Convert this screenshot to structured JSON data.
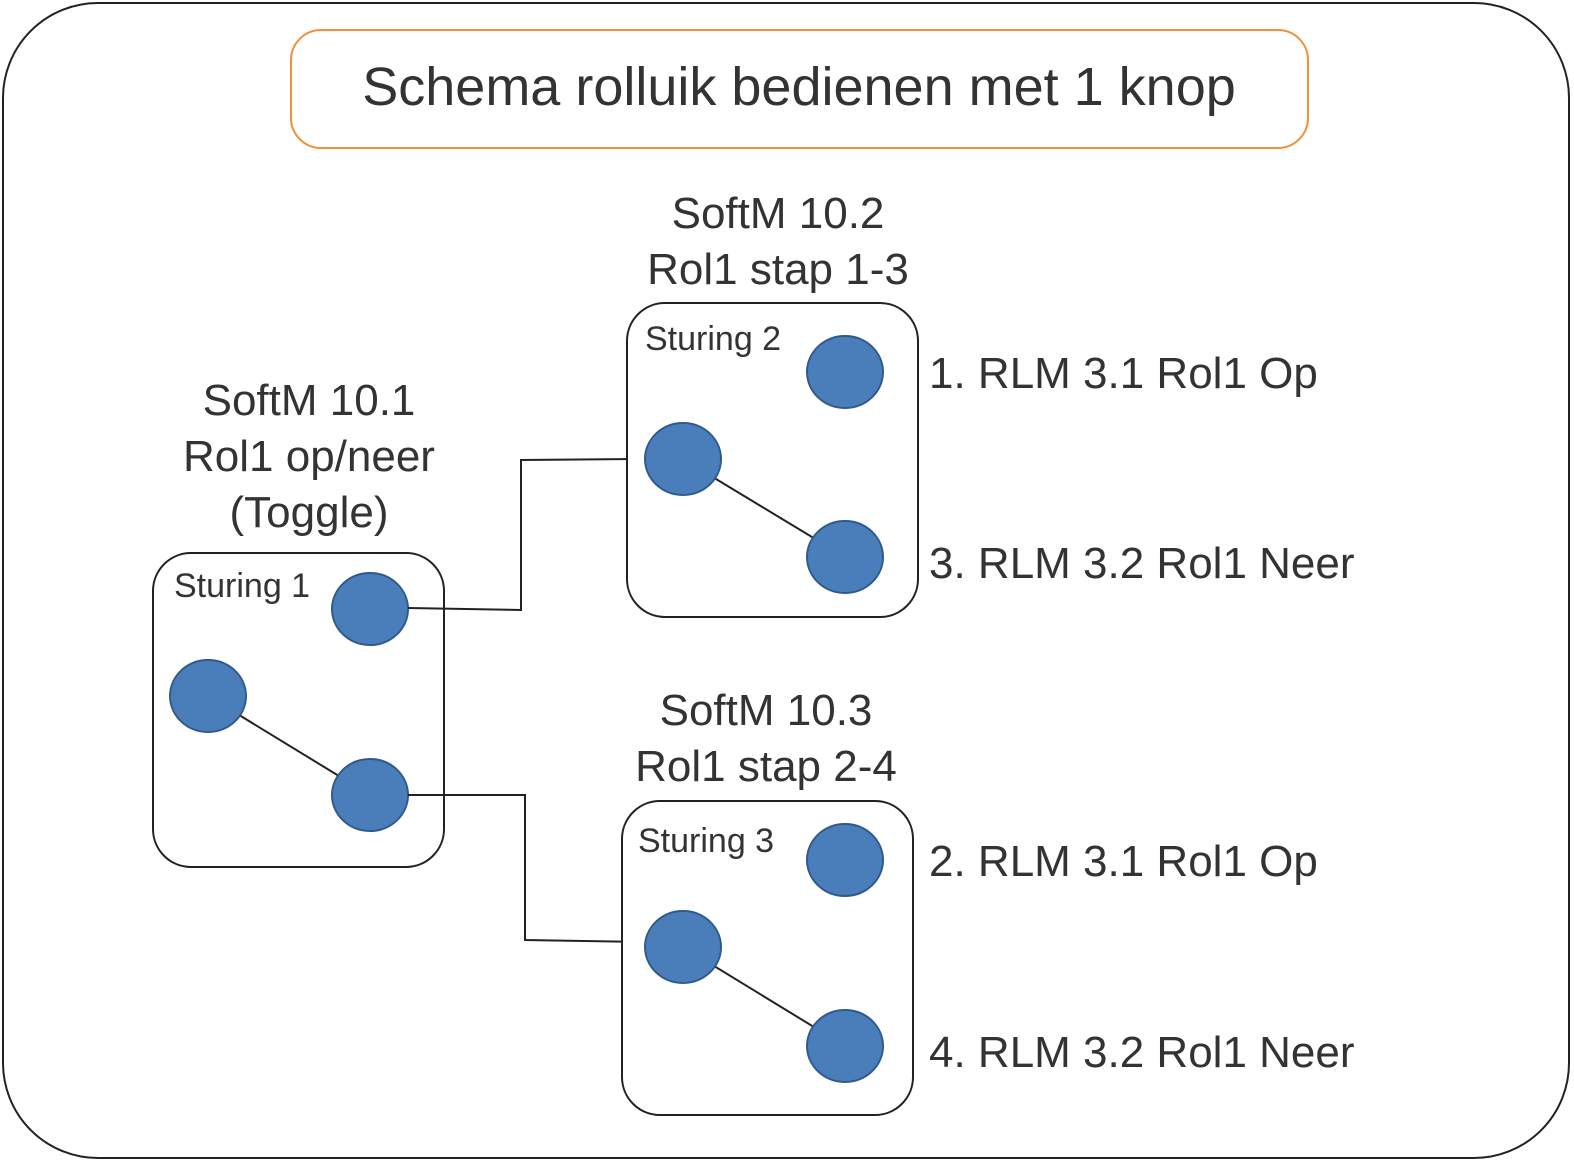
{
  "title": "Schema rolluik bedienen met 1 knop",
  "colors": {
    "node_fill": "#4a7ebb",
    "node_stroke": "#2f5a8c",
    "title_border": "#f0903a",
    "line": "#222222",
    "text": "#333333"
  },
  "blocks": {
    "softm_10_1": {
      "lines": [
        "SoftM 10.1",
        "Rol1 op/neer",
        "(Toggle)"
      ],
      "box_label": "Sturing 1"
    },
    "softm_10_2": {
      "lines": [
        "SoftM 10.2",
        "Rol1 stap 1-3"
      ],
      "box_label": "Sturing 2",
      "outputs": [
        "1. RLM 3.1 Rol1 Op",
        "3. RLM 3.2 Rol1 Neer"
      ]
    },
    "softm_10_3": {
      "lines": [
        "SoftM 10.3",
        "Rol1 stap 2-4"
      ],
      "box_label": "Sturing 3",
      "outputs": [
        "2. RLM 3.1 Rol1 Op",
        "4. RLM 3.2 Rol1 Neer"
      ]
    }
  }
}
